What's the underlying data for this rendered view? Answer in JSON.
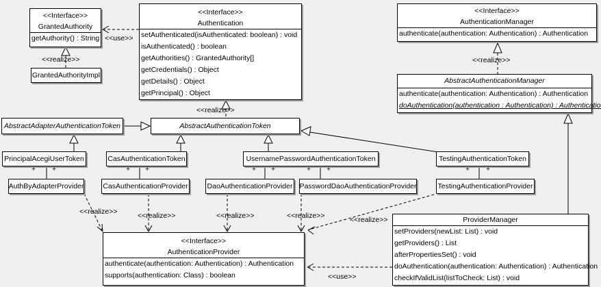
{
  "colors": {
    "background": "#f0f0f0",
    "box_fill": "#ffffff",
    "box_border": "#000000",
    "box_shadow": "#9c9c9c",
    "line": "#000000"
  },
  "labels": {
    "use": "<<use>>",
    "realize": "<<realize>>",
    "plus": "+"
  },
  "classes": {
    "granted_authority": {
      "stereotype": "<<Interface>>",
      "name": "GrantedAuthority",
      "methods": [
        "getAuthority() : String"
      ]
    },
    "granted_authority_impl": {
      "name": "GrantedAuthorityImpl"
    },
    "authentication": {
      "stereotype": "<<Interface>>",
      "name": "Authentication",
      "methods": [
        "setAuthenticated(isAuthenticated: boolean) : void",
        "isAuthenticated() : boolean",
        "getAuthorities() : GrantedAuthority[]",
        "getCredentials() : Object",
        "getDetails() : Object",
        "getPrincipal() : Object"
      ]
    },
    "authentication_manager": {
      "stereotype": "<<Interface>>",
      "name": "AuthenticationManager",
      "methods": [
        "authenticate(authentication: Authentication) : Authentication"
      ]
    },
    "abstract_authentication_manager": {
      "name": "AbstractAuthenticationManager",
      "methods": [
        "authenticate(authentication: Authentication) : Authentication",
        "doAuthentication(authentication : Authentication) : Authentication"
      ]
    },
    "abstract_adapter_authentication_token": {
      "name": "AbstractAdapterAuthenticationToken"
    },
    "abstract_authentication_token": {
      "name": "AbstractAuthenticationToken"
    },
    "principal_acegi_user_token": {
      "name": "PrincipalAcegiUserToken"
    },
    "cas_authentication_token": {
      "name": "CasAuthenticationToken"
    },
    "username_password_authentication_token": {
      "name": "UsernamePasswordAuthenticationToken"
    },
    "testing_authentication_token": {
      "name": "TestingAuthenticationToken"
    },
    "auth_by_adapter_provider": {
      "name": "AuthByAdapterProvider"
    },
    "cas_authentication_provider": {
      "name": "CasAuthenticationProvider"
    },
    "dao_authentication_provider": {
      "name": "DaoAuthenticationProvider"
    },
    "password_dao_authentication_provider": {
      "name": "PasswordDaoAuthenticationProvider"
    },
    "testing_authentication_provider": {
      "name": "TestingAuthenticationProvider"
    },
    "authentication_provider": {
      "stereotype": "<<Interface>>",
      "name": "AuthenticationProvider",
      "methods": [
        "authenticate(authentication: Authentication) : Authentication",
        "supports(authentication: Class) : boolean"
      ]
    },
    "provider_manager": {
      "name": "ProviderManager",
      "methods": [
        "setProviders(newList: List) : void",
        "getProviders() : List",
        "afterPropertiesSet() : void",
        "doAuthentication(authentication: Authentication) : Authentication",
        "checkIfValidList(listToCheck: List) : void"
      ]
    }
  }
}
